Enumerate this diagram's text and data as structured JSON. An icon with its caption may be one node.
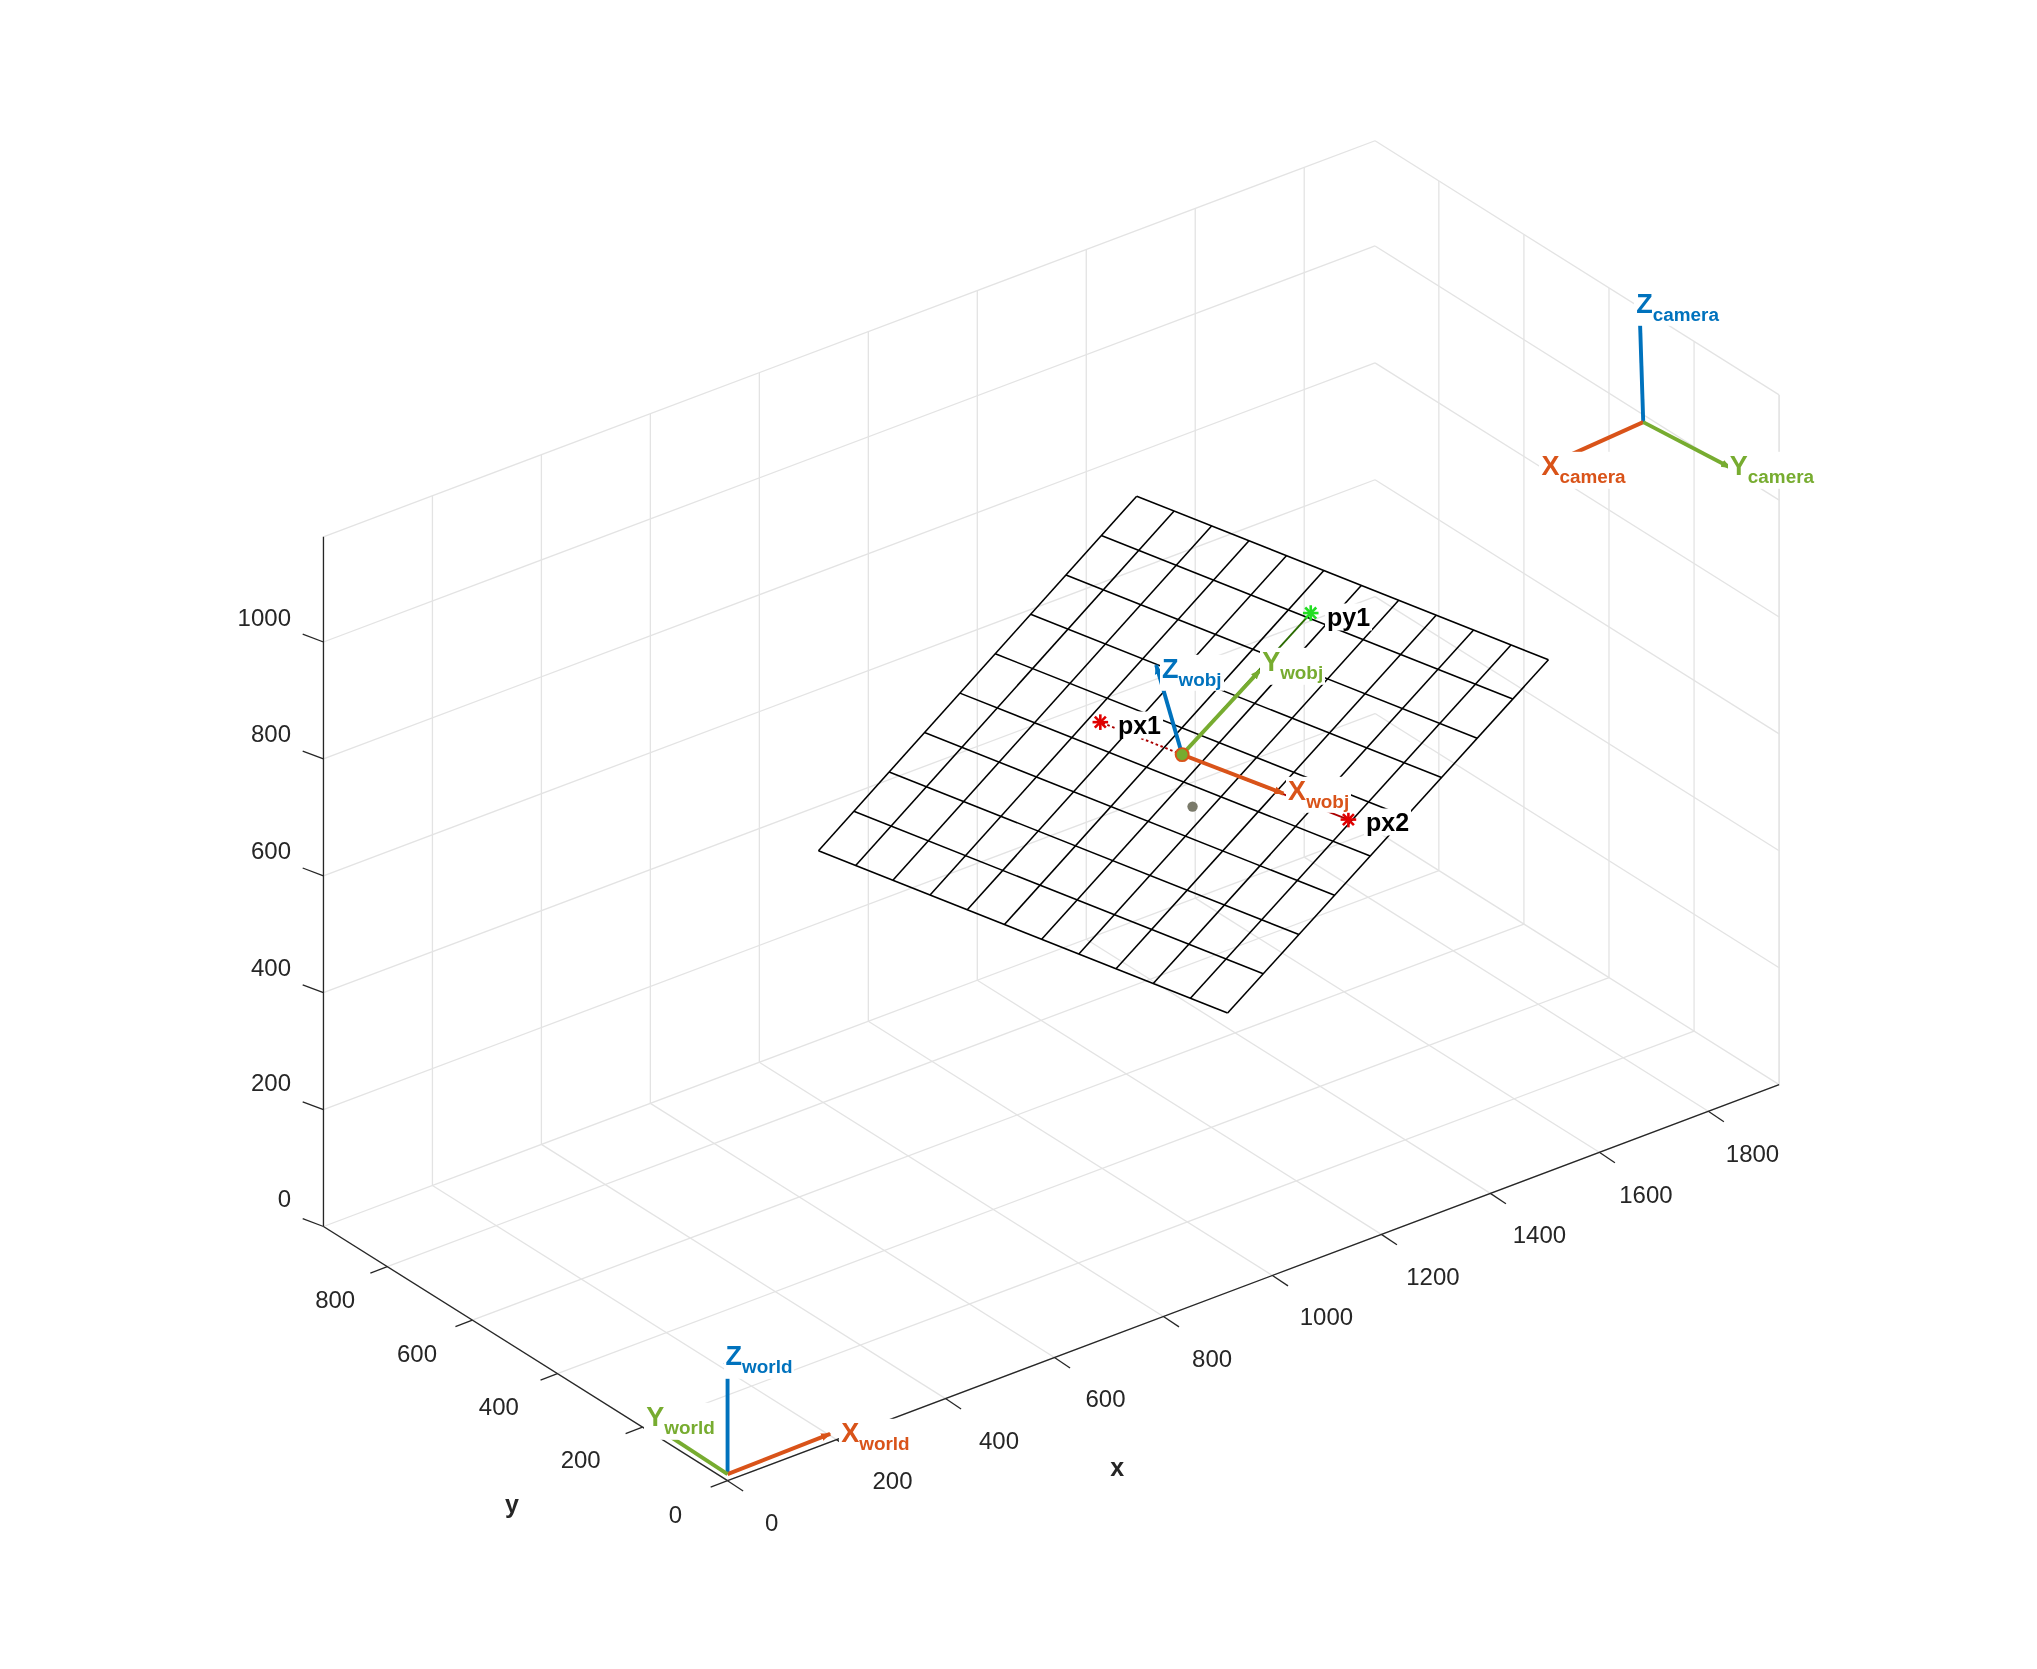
{
  "diagram": {
    "labels": [
      "Z$_{camera}$",
      "X$_{camera}$",
      "Y$_{camera}$",
      "py1",
      "Z$_{wobj}$",
      "Y$_{wobj}$",
      "px1",
      "X$_{wobj}$",
      "px2",
      "1000",
      "800",
      "600",
      "400",
      "200",
      "0",
      "1800",
      "1600",
      "1400",
      "1200",
      "1000",
      "800",
      "600",
      "400",
      "200",
      "0",
      "800",
      "600",
      "400",
      "200",
      "0",
      "x",
      "y",
      "Z$_{world}$",
      "Y$_{world}$",
      "X$_{world}$"
    ]
  }
}
